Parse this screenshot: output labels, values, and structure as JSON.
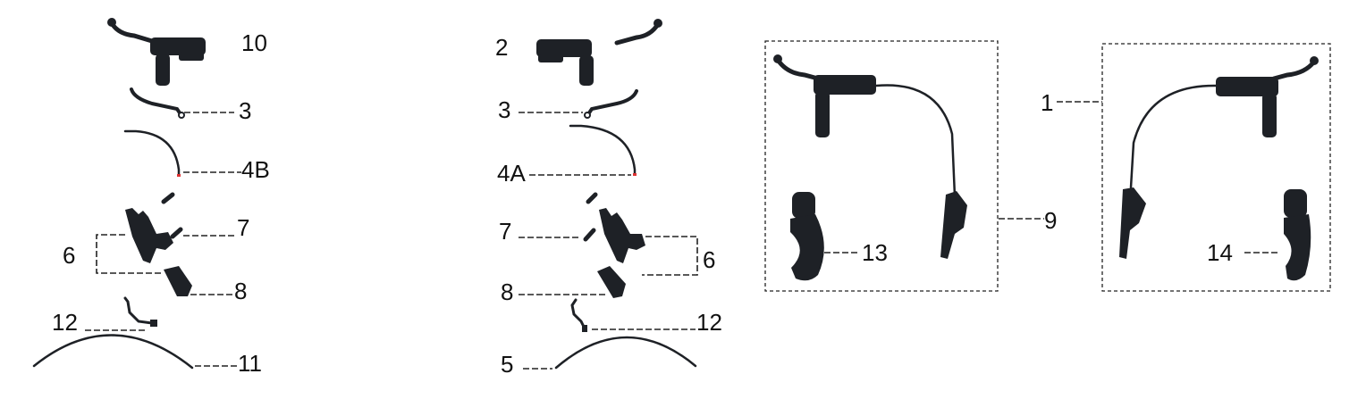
{
  "title": "Hydraulic brake set exploded parts diagram",
  "left_assembly": {
    "lever": "10",
    "blade": "3",
    "hose": "4B",
    "bolt": "7",
    "caliper_group": "6",
    "pad": "8",
    "adapter": "12",
    "cable": "11"
  },
  "middle_assembly": {
    "lever": "2",
    "blade": "3",
    "hose": "4A",
    "bolt": "7",
    "caliper_group": "6",
    "pad": "8",
    "adapter": "12",
    "cable": "5"
  },
  "right_kits": {
    "left_kit": "9",
    "left_clamp": "13",
    "right_kit": "1",
    "right_clamp": "14"
  },
  "colors": {
    "part": "#1e2126",
    "accent": "#d33"
  }
}
